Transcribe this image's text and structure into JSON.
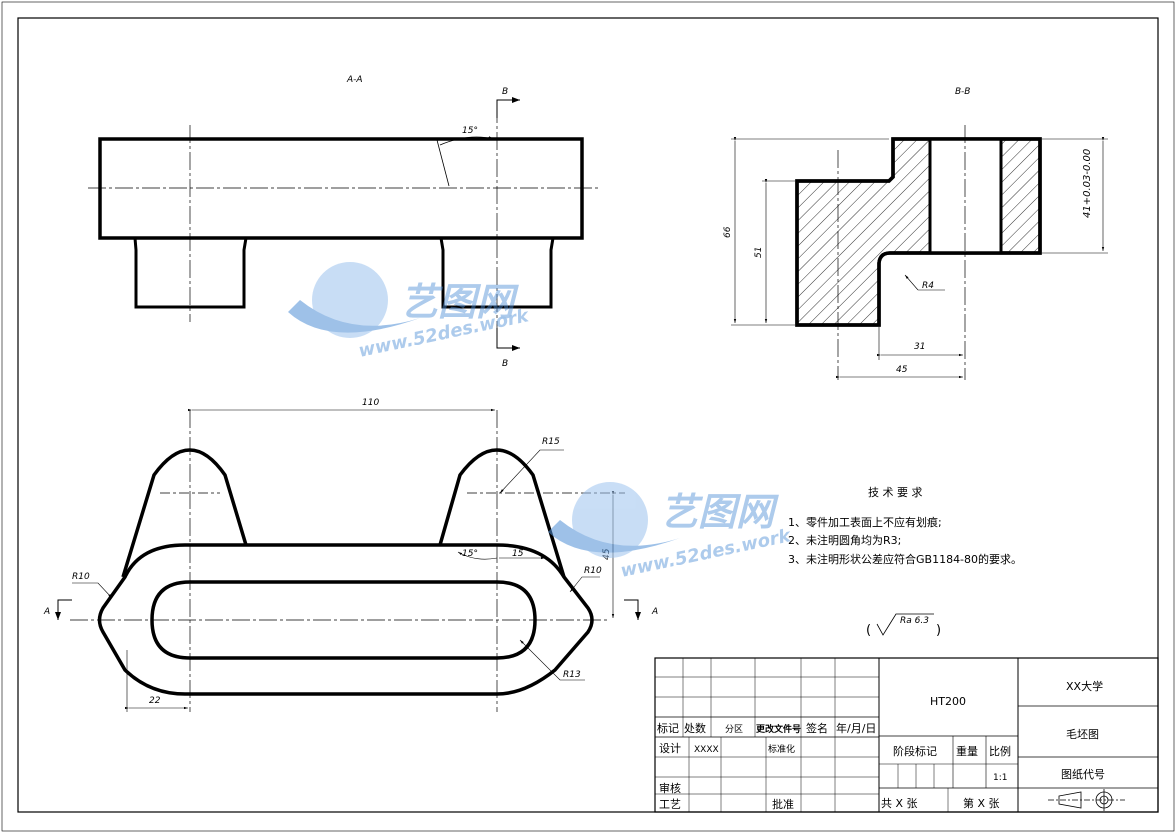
{
  "views": {
    "section_aa": "A-A",
    "section_bb": "B-B",
    "cut_b_top": "B",
    "cut_b_bottom": "B",
    "cut_a_left": "A",
    "cut_a_right": "A"
  },
  "dimensions": {
    "angle_top": "15°",
    "angle_plan": "15°",
    "d110": "110",
    "r15": "R15",
    "r10_left": "R10",
    "r10_right": "R10",
    "r13": "R13",
    "d22": "22",
    "d15": "15",
    "d45_vert": "45",
    "d66": "66",
    "d51": "51",
    "r4": "R4",
    "d31": "31",
    "d45_horiz": "45",
    "d41_tol": "41+0.03-0.00"
  },
  "notes": {
    "title": "技 术 要 求",
    "items": [
      "1、零件加工表面上不应有划痕;",
      "2、未注明圆角均为R3;",
      "3、未注明形状公差应符合GB1184-80的要求。"
    ],
    "roughness": "Ra 6.3"
  },
  "titleblock": {
    "material": "HT200",
    "school": "XX大学",
    "drawing_name": "毛坯图",
    "drawing_code": "图纸代号",
    "stage_mark": "阶段标记",
    "weight": "重量",
    "scale_label": "比例",
    "scale_value": "1:1",
    "mark": "标记",
    "count": "处数",
    "zone": "分区",
    "change_doc": "更改文件号",
    "sign": "签名",
    "date": "年/月/日",
    "design": "设计",
    "designer": "XXXX",
    "standardize": "标准化",
    "review": "审核",
    "process": "工艺",
    "approve": "批准",
    "total_sheets": "共 X 张",
    "sheet_no": "第 X 张"
  },
  "watermark": {
    "logo_text": "艺图网",
    "url_text": "www.52des.work"
  }
}
